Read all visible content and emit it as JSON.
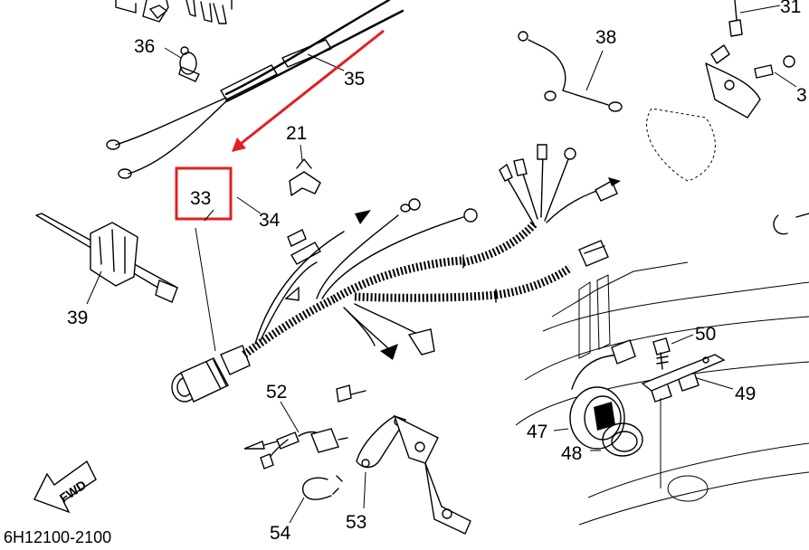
{
  "diagram": {
    "callouts": {
      "c36": "36",
      "c35": "35",
      "c38": "38",
      "c31": "31",
      "c3x": "3",
      "c21": "21",
      "c33": "33",
      "c34": "34",
      "c39": "39",
      "c50": "50",
      "c49": "49",
      "c52": "52",
      "c47": "47",
      "c48": "48",
      "c54": "54",
      "c53": "53"
    },
    "fwd_label": "FWD",
    "drawing_code": "6H12100-2100",
    "highlight": {
      "target_part": "33",
      "color": "#e02020"
    }
  }
}
